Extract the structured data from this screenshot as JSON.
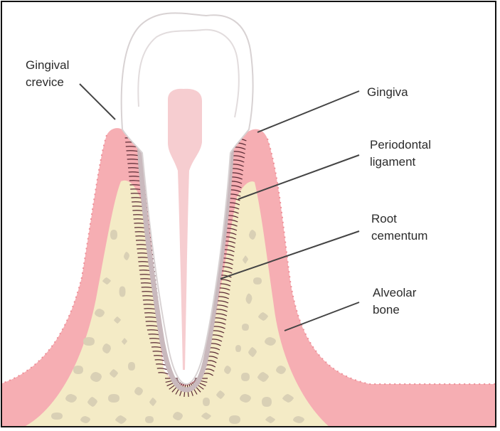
{
  "labels": {
    "gingival_crevice": {
      "line1": "Gingival",
      "line2": "crevice"
    },
    "gingiva": {
      "line1": "Gingiva"
    },
    "periodontal_ligament": {
      "line1": "Periodontal",
      "line2": "ligament"
    },
    "root_cementum": {
      "line1": "Root",
      "line2": "cementum"
    },
    "alveolar_bone": {
      "line1": "Alveolar",
      "line2": "bone"
    }
  },
  "colors": {
    "gingiva": "#f6aeb3",
    "gingiva_edge": "#ee8f98",
    "bone": "#f4ebc6",
    "bone_cells": "#d9d0b5",
    "ligament_fibers": "#5a2a34",
    "cementum": "#c9b9bd",
    "tooth": "#ffffff",
    "tooth_outline": "#d8d2d3",
    "pulp": "#f6cdd0",
    "leader_lines": "#444444",
    "frame": "#111111"
  }
}
